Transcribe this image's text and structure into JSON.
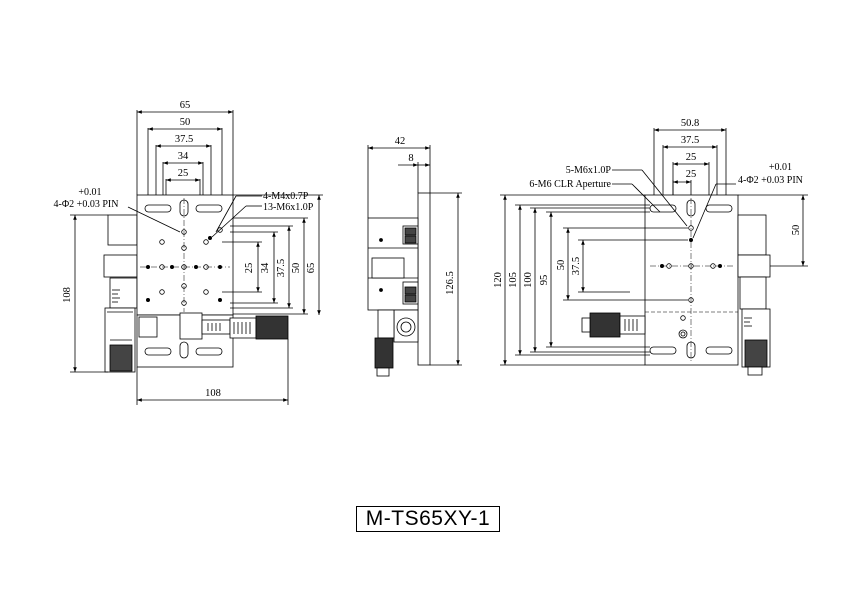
{
  "title": "M-TS65XY-1",
  "top_view": {
    "dims_top": [
      "65",
      "50",
      "37.5",
      "34",
      "25"
    ],
    "pin_label": [
      "+0.01",
      "4-Φ2 +0.03 PIN"
    ],
    "callouts": [
      "4-M4x0.7P",
      "13-M6x1.0P"
    ],
    "dims_right": [
      "25",
      "34",
      "37.5",
      "50",
      "65"
    ],
    "dim_left": "108",
    "dim_bottom": "108"
  },
  "side_view": {
    "dims_top": [
      "42",
      "8"
    ],
    "dim_right": "126.5"
  },
  "bottom_view": {
    "dims_top": [
      "50.8",
      "37.5",
      "25",
      "25"
    ],
    "callouts": [
      "5-M6x1.0P",
      "6-M6 CLR Aperture"
    ],
    "pin_label": [
      "+0.01",
      "4-Φ2 +0.03 PIN"
    ],
    "dims_left": [
      "120",
      "105",
      "100",
      "95",
      "50",
      "37.5"
    ],
    "dim_right": "50"
  }
}
